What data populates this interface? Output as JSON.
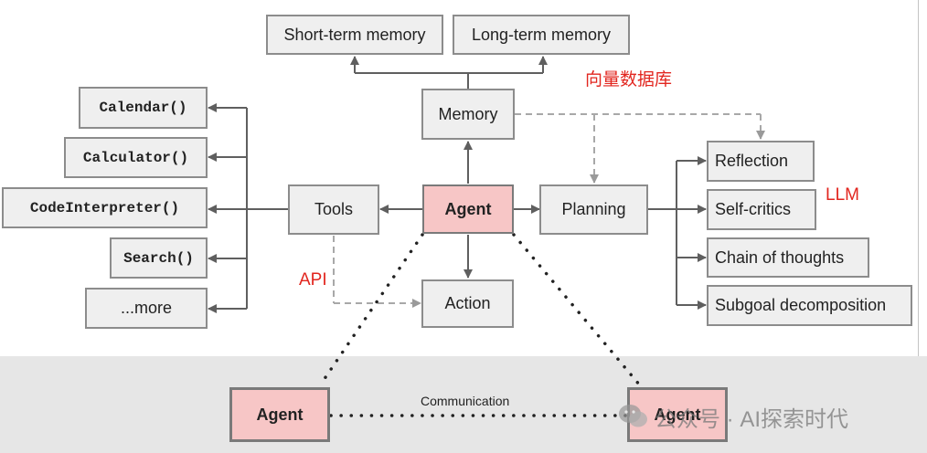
{
  "memory": {
    "short_term": "Short-term memory",
    "long_term": "Long-term memory",
    "hub": "Memory",
    "vector_db_note": "向量数据库"
  },
  "tools": {
    "hub": "Tools",
    "items": [
      "Calendar()",
      "Calculator()",
      "CodeInterpreter()",
      "Search()",
      "...more"
    ],
    "api_note": "API"
  },
  "agent": {
    "center": "Agent"
  },
  "action": {
    "label": "Action"
  },
  "planning": {
    "hub": "Planning",
    "items": [
      "Reflection",
      "Self-critics",
      "Chain of thoughts",
      "Subgoal decomposition"
    ],
    "llm_note": "LLM"
  },
  "multi_agent": {
    "left": "Agent",
    "right": "Agent",
    "link_label": "Communication"
  },
  "watermark": {
    "text": "公众号 · AI探索时代",
    "icon": "wechat-icon"
  },
  "colors": {
    "agent_fill": "#f7c6c6",
    "box_fill": "#efefef",
    "note_red": "#e2261f",
    "band_gray": "#e6e6e6"
  }
}
